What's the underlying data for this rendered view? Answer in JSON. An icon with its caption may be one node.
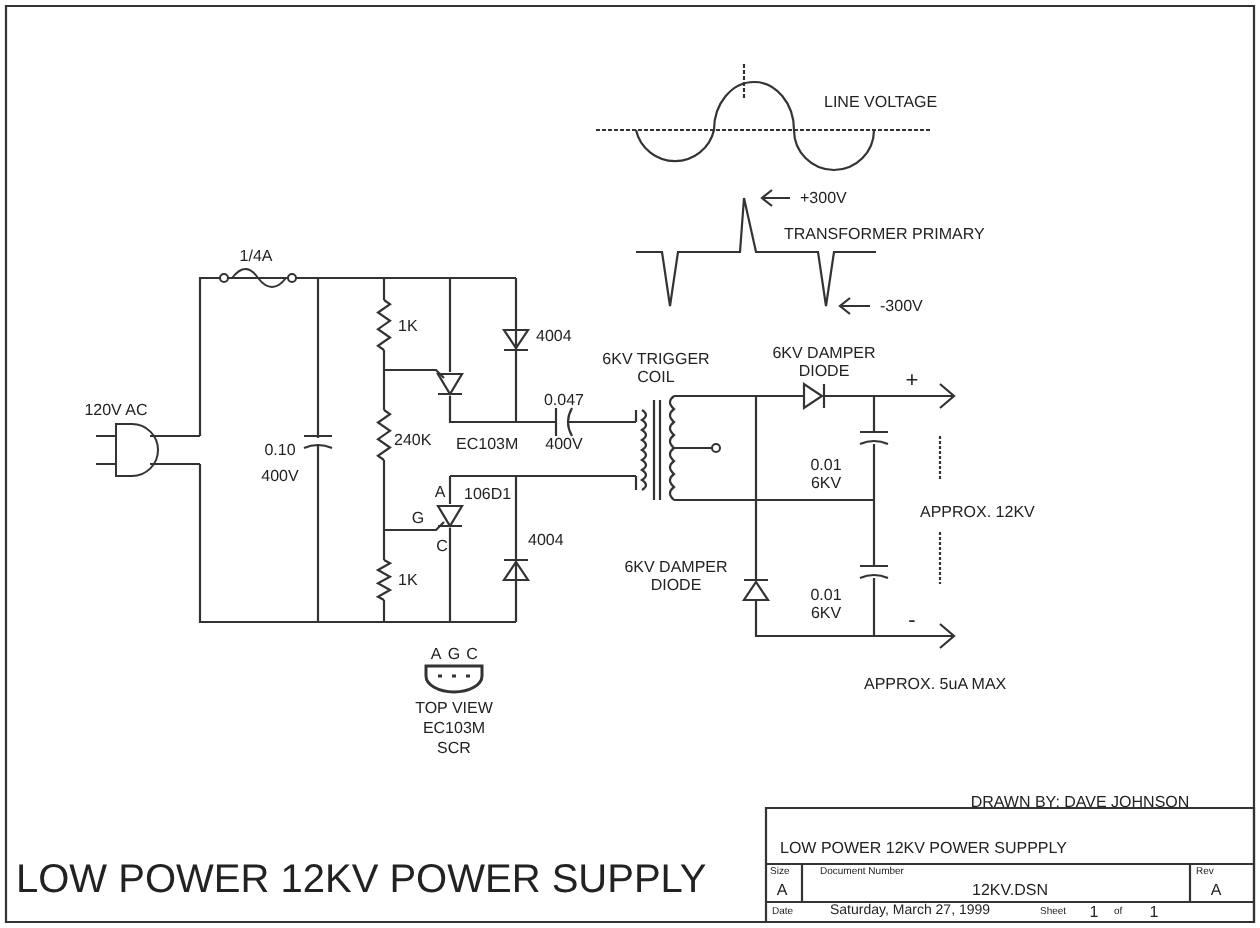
{
  "diagram": {
    "title": "LOW POWER 12KV POWER SUPPLY",
    "labels": [
      "LINE VOLTAGE",
      "+300V",
      "TRANSFORMER PRIMARY",
      "-300V",
      "1/4A",
      "1K",
      "4004",
      "6KV TRIGGER COIL",
      "6KV DAMPER DIODE",
      "+",
      "120V AC",
      "0.047",
      "0.10",
      "400V",
      "240K",
      "EC103M",
      "400V",
      "0.01 6KV",
      "APPROX. 12KV",
      "A",
      "106D1",
      "G",
      "C",
      "4004",
      "6KV DAMPER DIODE",
      "0.01 6KV",
      "1K",
      "-",
      "A",
      "G",
      "C",
      "TOP VIEW",
      "EC103M",
      "SCR",
      "APPROX. 5uA MAX",
      "DRAWN BY: DAVE JOHNSON",
      "LOW POWER 12KV POWER SUPPPLY",
      "Size",
      "A",
      "Document Number",
      "12KV.DSN",
      "Rev",
      "A",
      "Date",
      "Saturday, March 27, 1999",
      "Sheet",
      "1",
      "of",
      "1"
    ]
  }
}
